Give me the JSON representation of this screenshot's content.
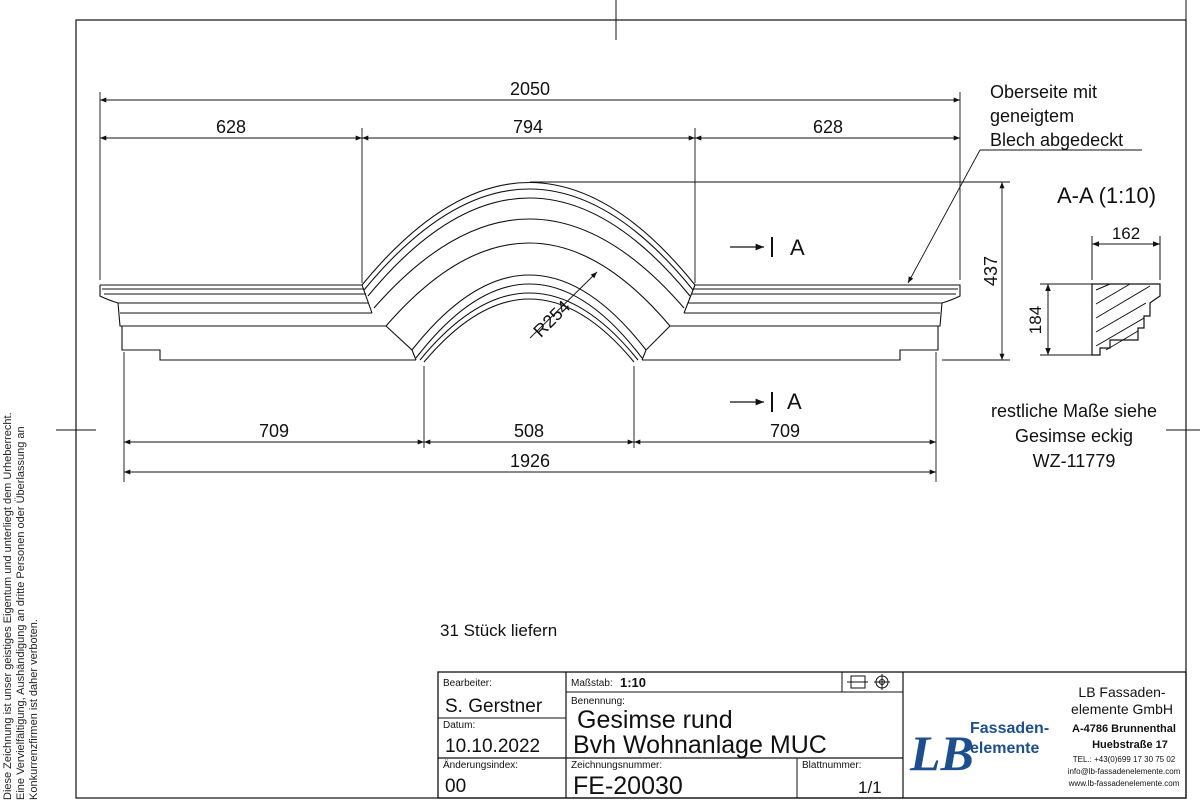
{
  "dimensions": {
    "overall_top": "2050",
    "left_top": "628",
    "middle_top": "794",
    "right_top": "628",
    "height": "437",
    "radius": "R254",
    "left_bottom": "709",
    "middle_bottom": "508",
    "right_bottom": "709",
    "overall_bottom": "1926"
  },
  "section": {
    "title": "A-A (1:10)",
    "width": "162",
    "height": "184",
    "marker": "A"
  },
  "notes": {
    "top_line1": "Oberseite mit",
    "top_line2": "geneigtem",
    "top_line3": "Blech abgedeckt",
    "rest_line1": "restliche Maße siehe",
    "rest_line2": "Gesimse eckig",
    "rest_line3": "WZ-11779",
    "quantity": "31 Stück liefern"
  },
  "title_block": {
    "bearbeiter_label": "Bearbeiter:",
    "bearbeiter": "S. Gerstner",
    "datum_label": "Datum:",
    "datum": "10.10.2022",
    "aenderung_label": "Änderungsindex:",
    "aenderung": "00",
    "massstab_label": "Maßstab:",
    "massstab": "1:10",
    "benennung_label": "Benennung:",
    "benennung_line1": "Gesimse rund",
    "benennung_line2": "Bvh Wohnanlage MUC",
    "zeichnungsnummer_label": "Zeichnungsnummer:",
    "zeichnungsnummer": "FE-20030",
    "blatt_label": "Blattnummer:",
    "blatt": "1/1"
  },
  "company": {
    "logo_text_1": "Fassaden-",
    "logo_text_2": "elemente",
    "logo_letters": "LB",
    "name_line1": "LB Fassaden-",
    "name_line2": "elemente GmbH",
    "address1": "A-4786 Brunnenthal",
    "address2": "Huebstraße 17",
    "tel": "TEL.: +43(0)699 17 30 75 02",
    "email": "info@lb-fassadenelemente.com",
    "web": "www.lb-fassadenelemente.com"
  },
  "copyright": {
    "line1": "Diese Zeichnung ist unser geistiges Eigentum und unterliegt dem Urheberrecht.",
    "line2": "Eine Vervielfältigung, Aushändigung an dritte Personen oder Überlassung an",
    "line3": "Konkurrenzfirmen ist daher verboten."
  },
  "colors": {
    "logo_blue": "#1d4f8f",
    "line": "#111111"
  }
}
